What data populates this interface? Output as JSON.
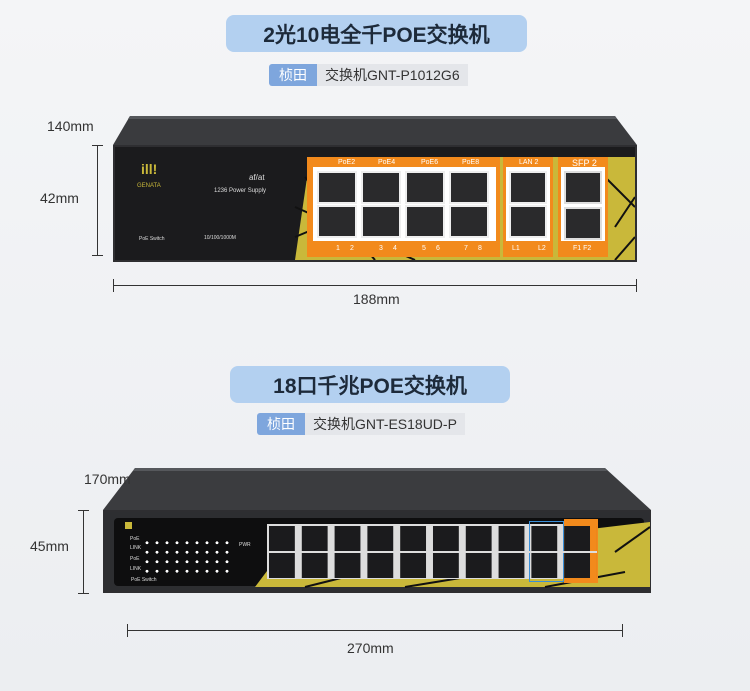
{
  "product1": {
    "title": "2光10电全千POE交换机",
    "brand": "桢田",
    "model": "交换机GNT-P1012G6",
    "depth": "140mm",
    "height": "42mm",
    "width": "188mm",
    "panel": {
      "logo": "GENATA",
      "standard": "af/at",
      "power": "1236 Power Supply",
      "type": "PoE Switch",
      "speed": "10/100/1000M",
      "top_labels": [
        "PoE2",
        "PoE4",
        "PoE6",
        "PoE8",
        "LAN 2",
        "SFP 2"
      ],
      "bottom_labels": [
        "1",
        "2",
        "3",
        "4",
        "5",
        "6",
        "7",
        "8",
        "L1",
        "L2",
        "F1 F2"
      ]
    }
  },
  "product2": {
    "title": "18口千兆POE交换机",
    "brand": "桢田",
    "model": "交换机GNT-ES18UD-P",
    "depth": "170mm",
    "height": "45mm",
    "width": "270mm",
    "panel": {
      "type": "PoE Switch",
      "led_labels": [
        "PoE",
        "LINK",
        "PoE",
        "LINK"
      ],
      "power_led": "PWR"
    }
  }
}
